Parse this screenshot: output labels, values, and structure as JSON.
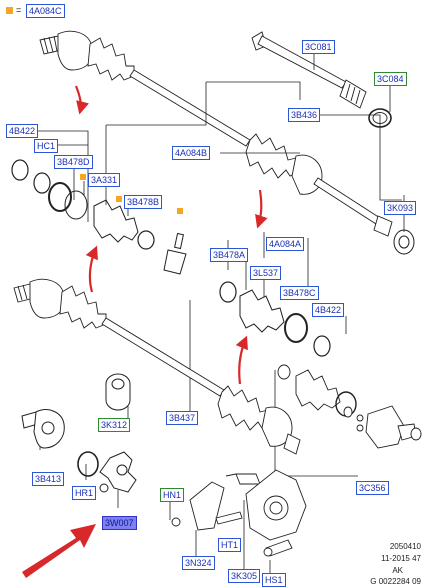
{
  "legend": {
    "equals": "=",
    "code": "4A084C",
    "swatch_color": "#f5a623"
  },
  "callouts": {
    "c_3c081": "3C081",
    "c_3c084": "3C084",
    "c_3b436": "3B436",
    "c_4b422_top": "4B422",
    "c_hc1": "HC1",
    "c_3b478d": "3B478D",
    "c_3a331": "3A331",
    "c_3b478b": "3B478B",
    "c_4a084b": "4A084B",
    "c_3k093": "3K093",
    "c_4a084a": "4A084A",
    "c_3b478a": "3B478A",
    "c_3l537": "3L537",
    "c_3b478c": "3B478C",
    "c_4b422_mid": "4B422",
    "c_3k312": "3K312",
    "c_3b437": "3B437",
    "c_3b413": "3B413",
    "c_hr1": "HR1",
    "c_3w007": "3W007",
    "c_hn1": "HN1",
    "c_3n324": "3N324",
    "c_ht1": "HT1",
    "c_3k305": "3K305",
    "c_hs1": "HS1",
    "c_3c356": "3C356"
  },
  "footer": {
    "line1": "2050410",
    "line2": "11-2015 47",
    "line3": "AK",
    "line4": "G 0022284 09"
  },
  "colors": {
    "callout_blue": "#2b56d6",
    "callout_green": "#2f8a2f",
    "highlight": "#7e80f0",
    "arrow_red": "#d8282a",
    "grease_orange": "#f5a623"
  }
}
